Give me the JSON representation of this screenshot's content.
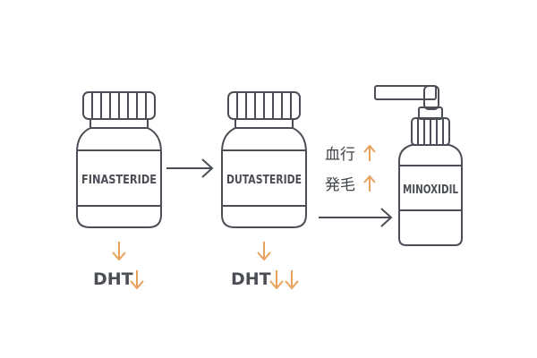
{
  "colors": {
    "outline": "#4b4f55",
    "accent": "#e8a15a",
    "background": "#ffffff"
  },
  "bottles": {
    "finasteride": {
      "label": "FINASTERIDE"
    },
    "dutasteride": {
      "label": "DUTASTERIDE"
    },
    "minoxidil": {
      "label": "MINOXIDIL"
    }
  },
  "effects": {
    "finasteride_dht": "DHT",
    "dutasteride_dht": "DHT",
    "minoxidil_blood": "血行",
    "minoxidil_hair": "発毛"
  },
  "icons": {
    "down_arrow": "↓",
    "up_arrow": "↑",
    "flow_arrow": "arrow-right-icon"
  }
}
